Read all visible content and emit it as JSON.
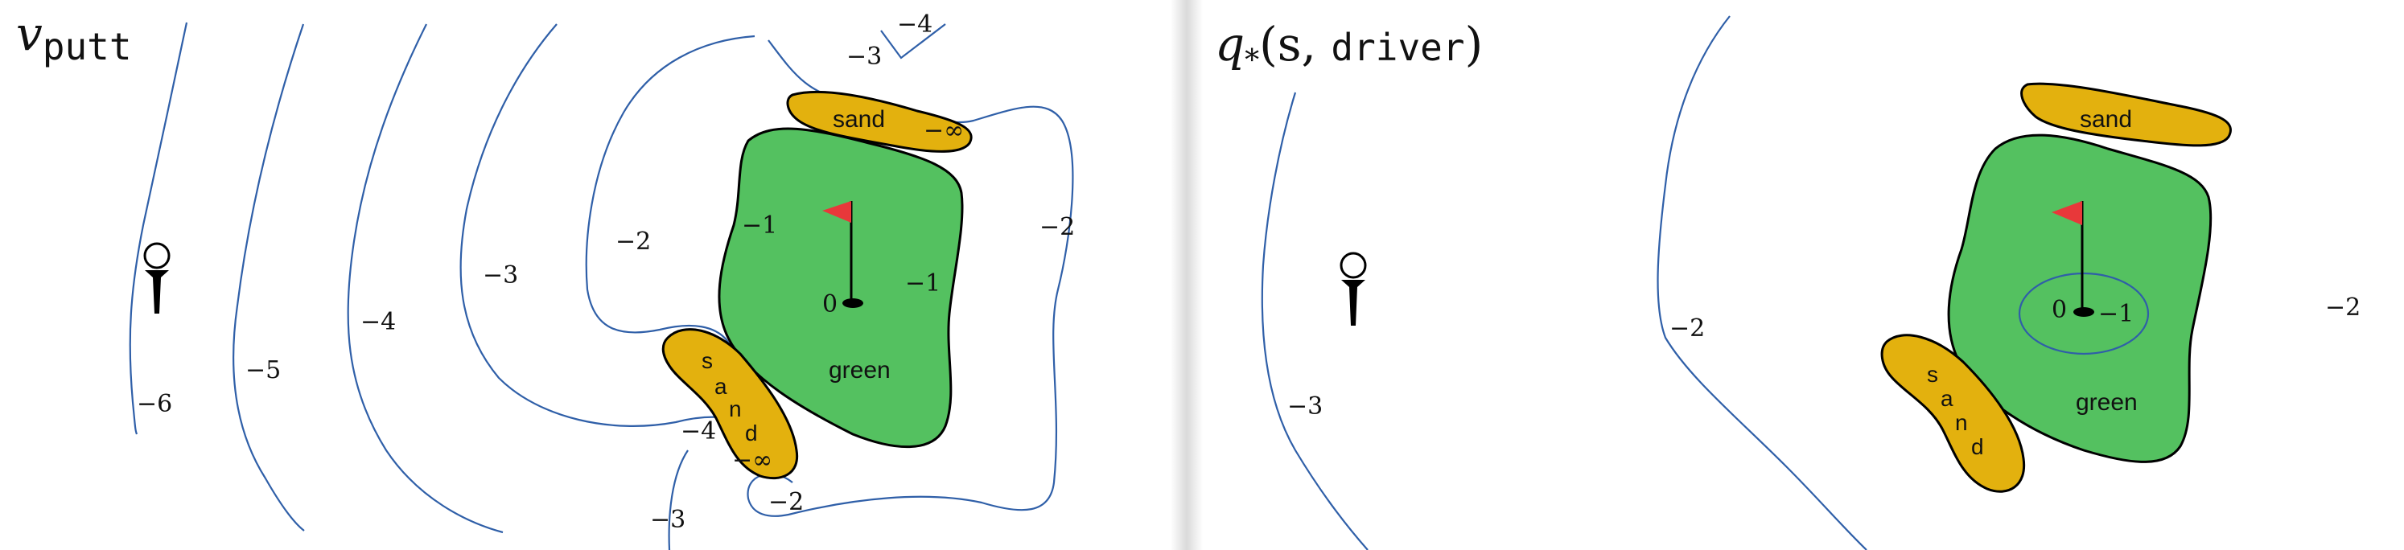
{
  "left_panel": {
    "title_main": "v",
    "title_sub": "putt",
    "contour_labels": [
      "−6",
      "−5",
      "−4",
      "−3",
      "−2",
      "−1",
      "−1",
      "−2",
      "−3",
      "−4",
      "−3",
      "−4",
      "−2"
    ],
    "sand_top_label": "sand",
    "sand_top_value": "−∞",
    "sand_bottom_letters": [
      "s",
      "a",
      "n",
      "d"
    ],
    "sand_bottom_value": "−∞",
    "green_label": "green",
    "hole_value": "0"
  },
  "right_panel": {
    "title_q": "q",
    "title_star": "*",
    "title_args_open": "(s, ",
    "title_arg_mono": "driver",
    "title_args_close": ")",
    "contour_labels": [
      "−3",
      "−2",
      "−2"
    ],
    "inner_labels": [
      "0",
      "−1"
    ],
    "sand_top_label": "sand",
    "sand_bottom_letters": [
      "s",
      "a",
      "n",
      "d"
    ],
    "green_label": "green"
  },
  "colors": {
    "contour": "#2f5fa8",
    "green": "#54c160",
    "sand": "#e3b10e",
    "flag": "#e8383a",
    "divider_shadow": "#d7d7d7"
  },
  "icons": [
    "golf-tee-icon",
    "flag-icon"
  ]
}
